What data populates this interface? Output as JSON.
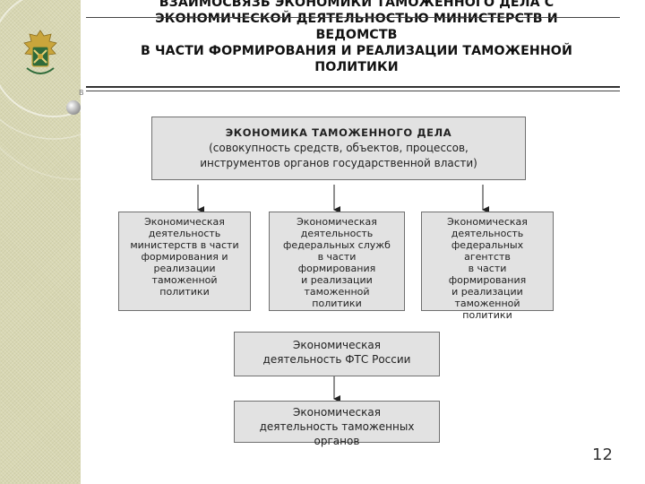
{
  "slide": {
    "title_lines": [
      "ВЗАИМОСВЯЗЬ ЭКОНОМИКИ ТАМОЖЕННОГО ДЕЛА С",
      "ЭКОНОМИЧЕСКОЙ ДЕЯТЕЛЬНОСТЬЮ МИНИСТЕРСТВ И",
      "ВЕДОМСТВ",
      "В ЧАСТИ ФОРМИРОВАНИЯ И РЕАЛИЗАЦИИ ТАМОЖЕННОЙ",
      "ПОЛИТИКИ"
    ],
    "page_number": "12",
    "decor_letter": "B"
  },
  "diagram": {
    "top": {
      "heading": "ЭКОНОМИКА ТАМОЖЕННОГО ДЕЛА",
      "lines": [
        "(совокупность средств, объектов, процессов,",
        "инструментов органов государственной власти)"
      ]
    },
    "branches": [
      {
        "lines": [
          "Экономическая",
          "деятельность",
          "министерств в части",
          "формирования и",
          "реализации",
          "таможенной",
          "политики"
        ]
      },
      {
        "lines": [
          "Экономическая",
          "деятельность",
          "федеральных служб",
          "в части",
          "формирования",
          "и реализации",
          "таможенной",
          "политики"
        ]
      },
      {
        "lines": [
          "Экономическая",
          "деятельность",
          "федеральных",
          "агентств",
          "в части",
          "формирования",
          "и реализации",
          "таможенной",
          "политики"
        ]
      }
    ],
    "middle": {
      "lines": [
        "Экономическая",
        "деятельность ФТС России"
      ]
    },
    "bottom": {
      "lines": [
        "Экономическая",
        "деятельность таможенных",
        "органов"
      ]
    }
  },
  "colors": {
    "box_fill": "#e2e2e2",
    "box_border": "#707070",
    "strip": "#d8d7b2"
  }
}
